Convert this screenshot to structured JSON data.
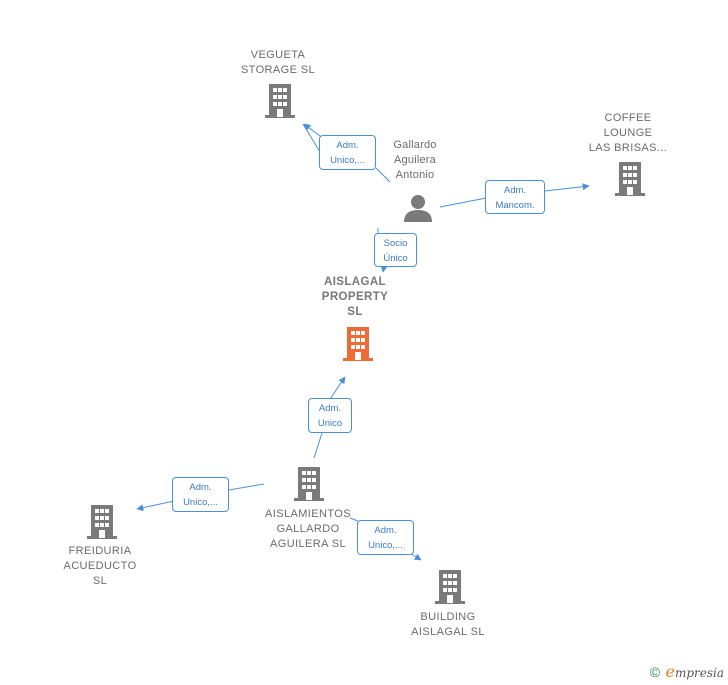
{
  "colors": {
    "edge": "#4a90d9",
    "building": "#7a7a7a",
    "main_building": "#f06a35",
    "person": "#7a7a7a"
  },
  "nodes": {
    "vegueta": {
      "label": "VEGUETA\nSTORAGE  SL",
      "icon": "building-icon"
    },
    "coffee": {
      "label": "COFFEE\nLOUNGE\nLAS BRISAS...",
      "icon": "building-icon"
    },
    "person": {
      "label": "Gallardo\nAguilera\nAntonio",
      "icon": "person-icon"
    },
    "aislagal": {
      "label": "AISLAGAL\nPROPERTY\nSL",
      "icon": "building-icon"
    },
    "aislamientos": {
      "label": "AISLAMIENTOS\nGALLARDO\nAGUILERA SL",
      "icon": "building-icon"
    },
    "freiduria": {
      "label": "FREIDURIA\nACUEDUCTO\nSL",
      "icon": "building-icon"
    },
    "building": {
      "label": "BUILDING\nAISLAGAL  SL",
      "icon": "building-icon"
    }
  },
  "edges": {
    "person_vegueta": {
      "line1": "Adm.",
      "line2": "Unico,..."
    },
    "person_coffee": {
      "line1": "Adm.",
      "line2": "Mancom."
    },
    "person_aislagal": {
      "line1": "Socio",
      "line2": "Único"
    },
    "aislamientos_aislagal": {
      "line1": "Adm.",
      "line2": "Unico"
    },
    "aislamientos_freiduria": {
      "line1": "Adm.",
      "line2": "Unico,..."
    },
    "aislamientos_building": {
      "line1": "Adm.",
      "line2": "Unico,..."
    }
  },
  "footer": {
    "copyright": "©",
    "brand_first": "e",
    "brand_rest": "mpresia"
  }
}
